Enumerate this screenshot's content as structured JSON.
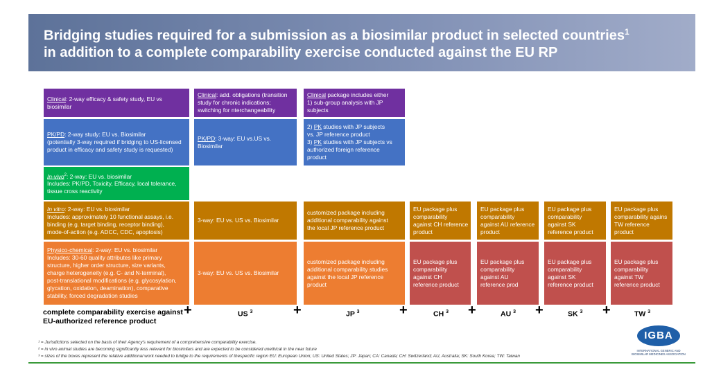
{
  "title": {
    "line1": "Bridging studies required for a submission as a biosimilar product in selected countries",
    "line1_sup": "1",
    "line2": "in addition to a complete comparability exercise conducted against the EU RP"
  },
  "eu": {
    "clinical_label": "Clinical",
    "clinical_lines": [
      ": 2-way efficacy & safety study, EU vs",
      "biosimilar"
    ],
    "pkpd_label": "PK/PD",
    "pkpd_lines": [
      ": 2-way study: EU vs. Biosimilar",
      "(potentially 3-way required if bridging to US-licensed",
      "product in efficacy and safety study is requested)"
    ],
    "invivo_label": "In-vivo",
    "invivo_sup": "2",
    "invivo_lines": [
      ": 2-way: EU vs. biosimilar",
      "Includes: PK/PD, Toxicity, Efficacy, local tolerance,",
      "tissue cross reactivity"
    ],
    "invitro_label": "In vitro",
    "invitro_lines": [
      ": 2-way: EU vs. biosimilar",
      "Includes: approximately 10 functional assays, i.e.",
      "binding (e.g. target binding, receptor binding),",
      "mode-of-action (e.g. ADCC, CDC, apoptosis)"
    ],
    "physchem_label": "Physico-chemical",
    "physchem_lines": [
      ": 2-way: EU vs. biosimilar",
      "Includes: 30-60 quality attributes like primary",
      "structure, higher order structure, size variants,",
      "charge heterogeneity (e.g. C- and N-terminal),",
      "post-translational modifications (e.g. glycosylation,",
      "glycation, oxidation, deamination), comparative",
      "stability, forced degradation studies"
    ]
  },
  "us": {
    "clinical_label": "Clinical",
    "clinical_lines": [
      ": add. obligations (transition",
      "study for chronic indications;",
      "switching for nterchangeability"
    ],
    "pkpd_label": "PK/PD",
    "pkpd_lines": [
      ": 3-way: EU vs.US vs.",
      "Biosimilar"
    ],
    "invitro": "3-way: EU vs. US vs. Biosimilar",
    "physchem": "3-way: EU vs. US vs. Biosimilar"
  },
  "jp": {
    "clinical_label": "Clinical",
    "clinical_lines": [
      " package includes either",
      "1) sub-group analysis with JP",
      "subjects"
    ],
    "pk_line1_pre": "2) ",
    "pk_label": "PK",
    "pk_line1_post": " studies with JP subjects",
    "pk_line2": "vs. JP reference product",
    "pk_line3_pre": "3) ",
    "pk_line3_post": " studies with JP subjects vs",
    "pk_line4": "authorized foreign reference",
    "pk_line5": "product",
    "invitro_lines": [
      "customized package including",
      "additional comparability against",
      "the local JP reference product"
    ],
    "physchem_lines": [
      "customized package including",
      "additional comparability studies",
      "against the local JP reference",
      "product"
    ]
  },
  "ch": {
    "invitro_lines": [
      "EU package plus",
      "comparability",
      "against CH  reference",
      "product"
    ],
    "physchem_lines": [
      "EU package plus",
      "comparability",
      "against CH",
      "reference product"
    ]
  },
  "au": {
    "invitro_lines": [
      "EU package plus",
      "comparability",
      "against AU reference",
      "product"
    ],
    "physchem_lines": [
      "EU package plus",
      "comparability",
      "against AU",
      "reference prod"
    ]
  },
  "sk": {
    "invitro_lines": [
      "EU package plus",
      "comparability",
      "against SK",
      "reference product"
    ],
    "physchem_lines": [
      "EU package plus",
      "comparability",
      "against SK",
      "reference product"
    ]
  },
  "tw": {
    "invitro_lines": [
      "EU package plus",
      "comparability agains",
      "TW  reference",
      "product"
    ],
    "physchem_lines": [
      "EU package plus",
      "comparability",
      "against TW",
      "reference product"
    ]
  },
  "labels": {
    "eu_line1": "complete comparability exercise against",
    "eu_line2": "EU-authorized reference product",
    "us": "US",
    "jp": "JP",
    "ch": "CH",
    "au": "AU",
    "sk": "SK",
    "tw": "TW",
    "sup": "3",
    "plus": "+"
  },
  "footnotes": {
    "f1": "¹ = Jurisdictions selected on the basis of their Agency's requirement of a comprehensive comparability exercise.",
    "f2": "² = in vivo animal studies are becoming significantly less relevant for biosimilars and are expected to be considered unethical in the near future",
    "f3": "³ = sizes of the boxes represent the relative additional work needed to bridge to the requirements of thespecific region EU: European Union; US: United States; JP: Japan; CA: Canada; CH: Switzerland; AU, Australia; SK: South Korea; TW: Taiwan"
  },
  "logo": {
    "text": "IGBA",
    "sub1": "INTERNATIONAL GENERIC AND",
    "sub2": "BIOSIMILAR MEDICINES ASSOCIATION"
  }
}
